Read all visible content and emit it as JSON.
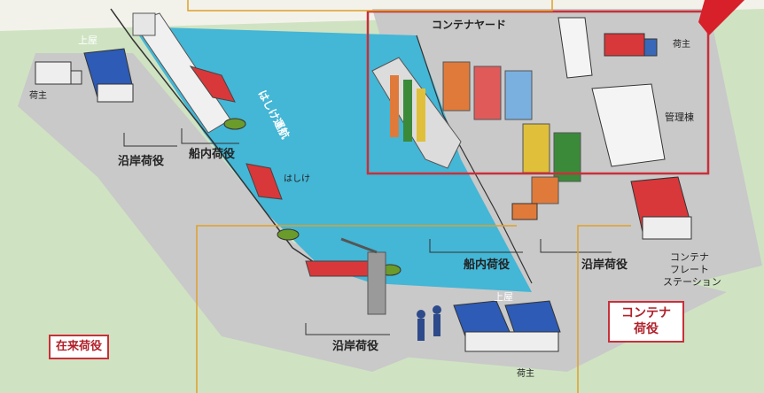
{
  "labels": {
    "container_yard": "コンテナヤード",
    "uwaya_left": "上屋",
    "shipper_left": "荷主",
    "shipper_right": "荷主",
    "shipper_bottom": "荷主",
    "admin_building": "管理棟",
    "coastal_handling_left": "沿岸荷役",
    "in_ship_handling_left": "船内荷役",
    "lighter_channel": "はしけ運航",
    "lighter": "はしけ",
    "in_ship_handling_bottom": "船内荷役",
    "coastal_handling_right": "沿岸荷役",
    "coastal_handling_bottom": "沿岸荷役",
    "uwaya_bottom": "上屋",
    "freight_station_line1": "コンテナ",
    "freight_station_line2": "フレート",
    "freight_station_line3": "ステーション"
  },
  "boxes": {
    "conventional": "在来荷役",
    "container_line1": "コンテナ",
    "container_line2": "荷役"
  },
  "colors": {
    "water": "#44b6d6",
    "pavement": "#c9c9c9",
    "grass": "#cfe3c2",
    "frame_red": "#c8303a",
    "frame_orange": "#e0a02a",
    "roof_blue": "#2d5bb5",
    "roof_red": "#d8383a"
  }
}
